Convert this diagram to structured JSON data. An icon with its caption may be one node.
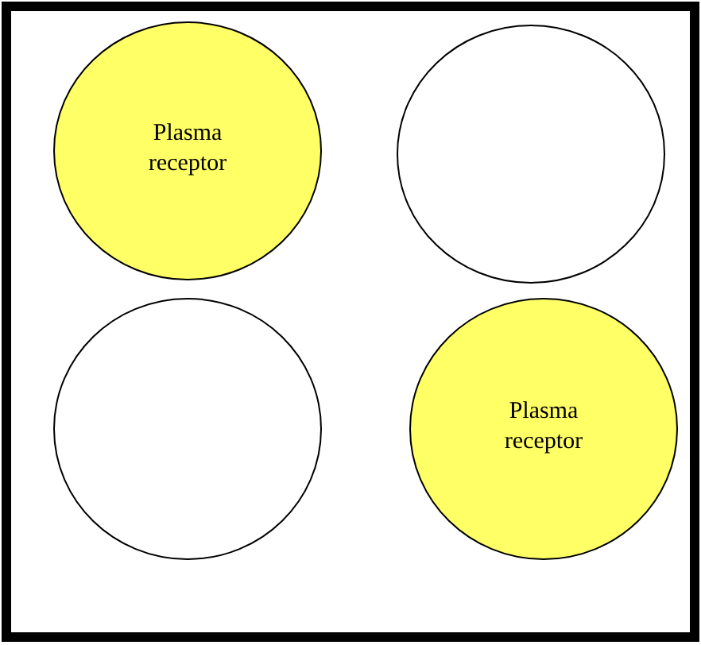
{
  "diagram": {
    "nodes": [
      {
        "text": [
          "Plasma receptor"
        ]
      },
      {
        "text": [],
        "shape": "circle"
      },
      {
        "text": [],
        "shape": "circle"
      },
      {
        "text": [
          "Plasma receptor"
        ]
      }
    ]
  }
}
